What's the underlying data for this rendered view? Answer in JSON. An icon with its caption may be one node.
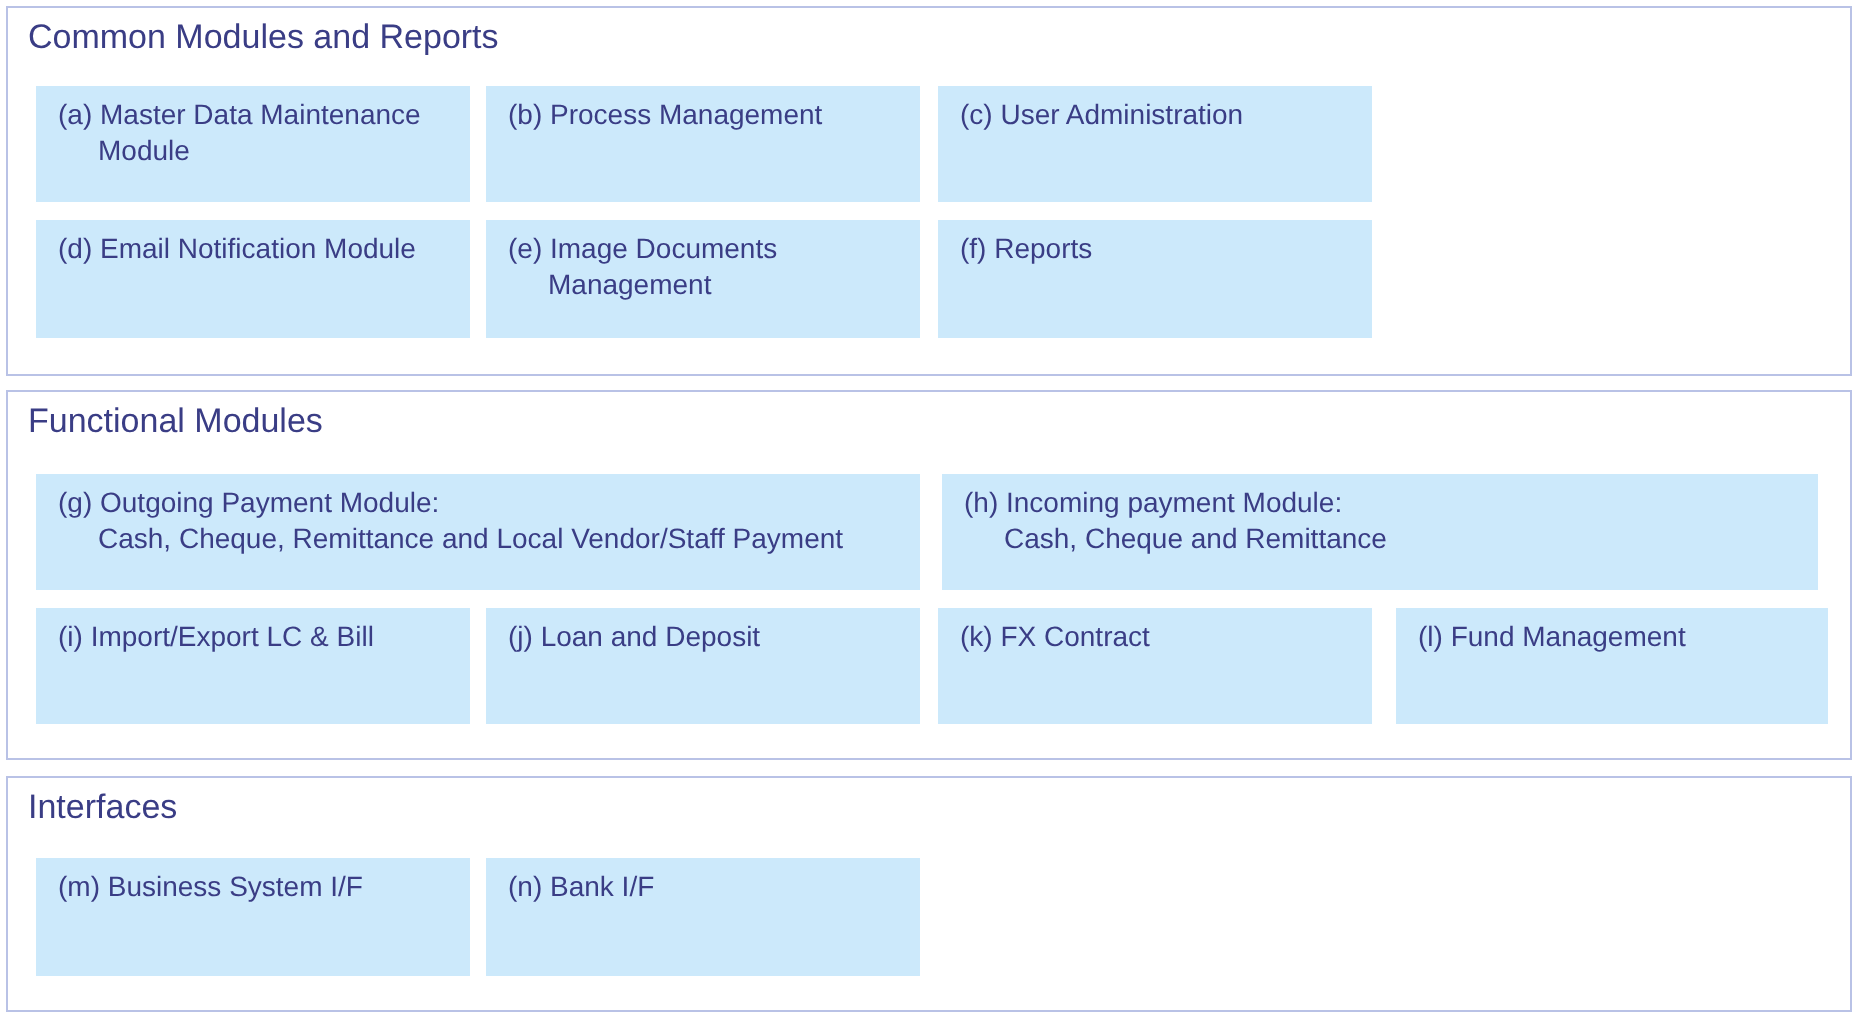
{
  "diagram": {
    "nodes": [
      {
        "text": [
          "Common Modules and Reports"
        ]
      },
      {
        "text": [
          "(a) Master Data Maintenance Module"
        ],
        "in": 0
      },
      {
        "text": [
          "(b) Process Management"
        ],
        "in": 0
      },
      {
        "text": [
          "(c) User Administration"
        ],
        "in": 0
      },
      {
        "text": [
          "(d) Email Notification Module"
        ],
        "in": 0
      },
      {
        "text": [
          "(e) Image Documents Management"
        ],
        "in": 0
      },
      {
        "text": [
          "(f) Reports"
        ],
        "in": 0
      },
      {
        "text": [
          "Functional Modules"
        ]
      },
      {
        "text": [
          "(g) Outgoing Payment Module:",
          "Cash, Cheque, Remittance and Local Vendor/Staff Payment"
        ],
        "in": 7
      },
      {
        "text": [
          "(h) Incoming payment Module:",
          "Cash, Cheque and Remittance"
        ],
        "in": 7
      },
      {
        "text": [
          "(i) Import/Export LC & Bill"
        ],
        "in": 7
      },
      {
        "text": [
          "(j) Loan and Deposit"
        ],
        "in": 7
      },
      {
        "text": [
          "(k) FX Contract"
        ],
        "in": 7
      },
      {
        "text": [
          "(l) Fund Management"
        ],
        "in": 7
      },
      {
        "text": [
          "Interfaces"
        ]
      },
      {
        "text": [
          "(m) Business System I/F"
        ],
        "in": 14
      },
      {
        "text": [
          "(n) Bank I/F"
        ],
        "in": 14
      }
    ]
  }
}
